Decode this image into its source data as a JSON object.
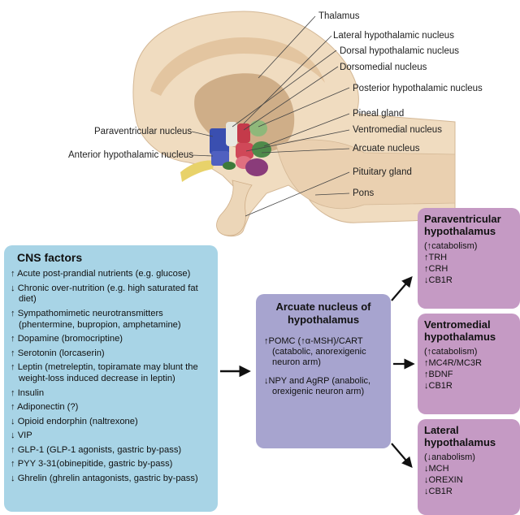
{
  "anatomy": {
    "labels": {
      "thalamus": "Thalamus",
      "lateral": "Lateral hypothalamic nucleus",
      "dorsal": "Dorsal hypothalamic nucleus",
      "dorsomedial": "Dorsomedial nucleus",
      "posterior": "Posterior hypothalamic nucleus",
      "pineal": "Pineal gland",
      "ventromedial": "Ventromedial nucleus",
      "arcuate": "Arcuate nucleus",
      "pituitary": "Pituitary gland",
      "pons": "Pons",
      "paraventricular": "Paraventricular nucleus",
      "anterior": "Anterior hypothalamic nucleus"
    }
  },
  "cns": {
    "title": "CNS factors",
    "items": [
      "↑ Acute post-prandial nutrients (e.g. glucose)",
      "↓ Chronic over-nutrition (e.g. high saturated fat diet)",
      "↑ Sympathomimetic neurotransmitters (phentermine, bupropion, amphetamine)",
      "↑ Dopamine (bromocriptine)",
      "↑ Serotonin (lorcaserin)",
      "↑ Leptin (metreleptin, topiramate may blunt the weight-loss induced decrease in leptin)",
      "↑ Insulin",
      "↑ Adiponectin (?)",
      "↓ Opioid endorphin (naltrexone)",
      "↓ VIP",
      "↑ GLP-1 (GLP-1 agonists, gastric by-pass)",
      "↑ PYY 3-31(obinepitide, gastric by-pass)",
      "↓ Ghrelin (ghrelin antagonists, gastric by-pass)"
    ]
  },
  "arcuate": {
    "title": "Arcuate nucleus of hypothalamus",
    "items": [
      "↑POMC (↑α-MSH)/CART (catabolic, anorexigenic neuron arm)",
      "↓NPY and AgRP (anabolic, orexigenic neuron arm)"
    ]
  },
  "pvn": {
    "title": "Paraventricular hypothalamus",
    "items": [
      "(↑catabolism)",
      "↑TRH",
      "↑CRH",
      "↓CB1R"
    ]
  },
  "vmn": {
    "title": "Ventromedial hypothalamus",
    "items": [
      "(↑catabolism)",
      "↑MC4R/MC3R",
      "↑BDNF",
      "↓CB1R"
    ]
  },
  "lh": {
    "title": "Lateral hypothalamus",
    "items": [
      "(↓anabolism)",
      "↓MCH",
      "↓OREXIN",
      "↓CB1R"
    ]
  },
  "colors": {
    "cns_box": "#a8d4e6",
    "arcuate_box": "#a7a4cf",
    "output_box": "#c59ac4",
    "brain_tissue": "#f0dcc0",
    "nucleus_blue": "#3a4fb0",
    "nucleus_red": "#c43a4a",
    "nucleus_green": "#4f8a4a",
    "nucleus_purple": "#8a3c7a"
  }
}
